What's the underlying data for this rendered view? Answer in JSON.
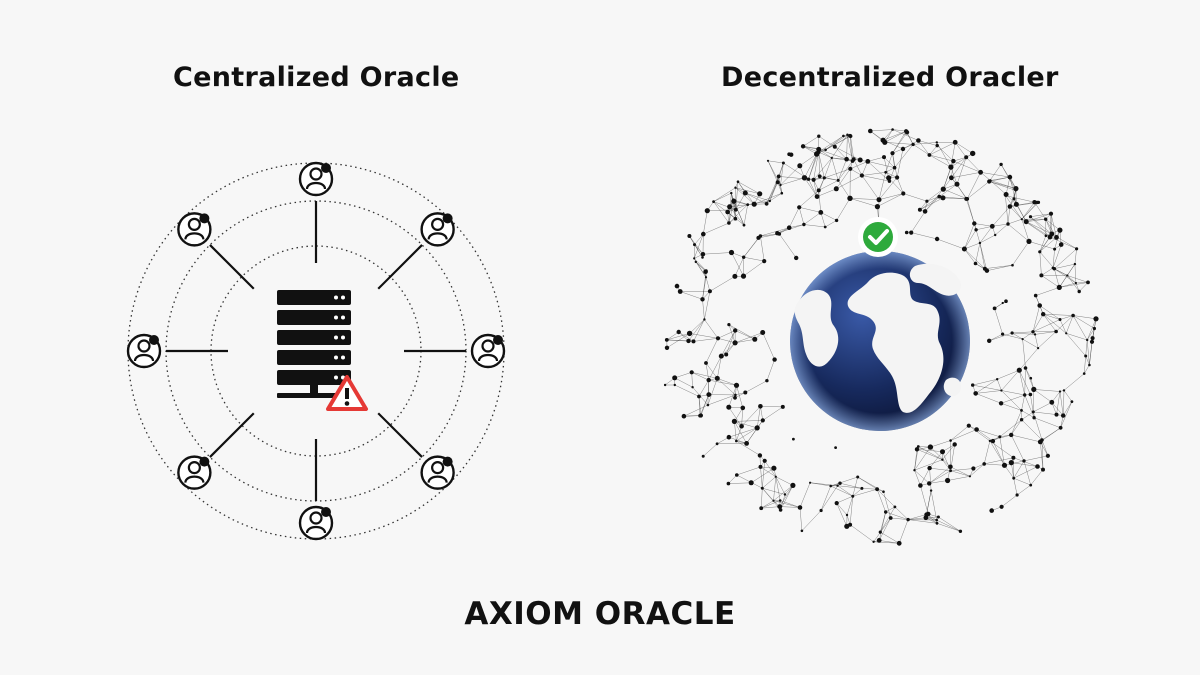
{
  "left_panel": {
    "title": "Centralized Oracle",
    "server_icon": "server-rack-icon",
    "alert_icon": "warning-triangle-icon",
    "alert_color": "#e53935",
    "node_icon": "user-node-icon",
    "node_count": 8
  },
  "right_panel": {
    "title": "Decentralized Oracler",
    "globe_icon": "globe-icon",
    "check_icon": "check-circle-icon",
    "check_color": "#2eaa3c",
    "globe_color": "#14224d"
  },
  "footer": {
    "brand": "AXIOM ORACLE"
  }
}
